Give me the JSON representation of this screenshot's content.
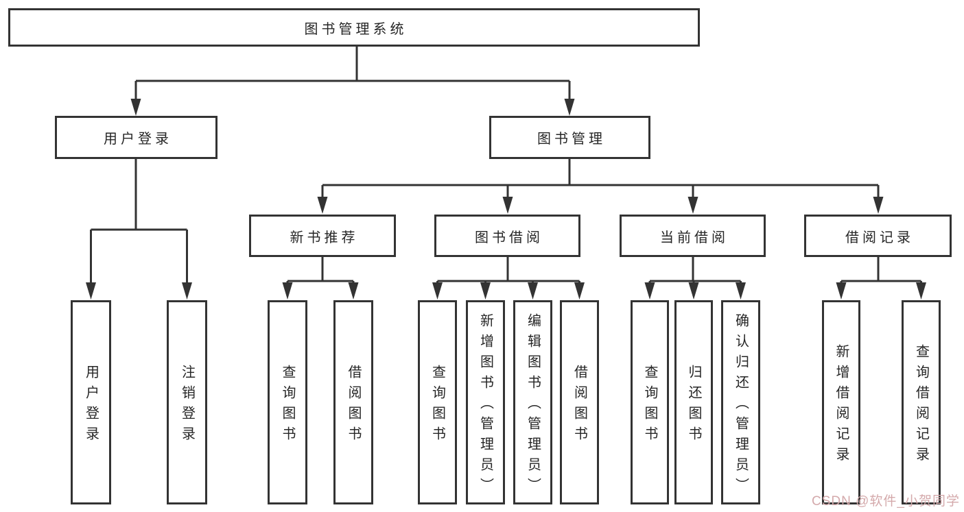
{
  "root": {
    "label": "图书管理系统"
  },
  "level2": {
    "user_login": "用户登录",
    "book_mgmt": "图书管理"
  },
  "level3": {
    "new_books": "新书推荐",
    "borrowing": "图书借阅",
    "current": "当前借阅",
    "records": "借阅记录"
  },
  "leaves": {
    "user_login": "用户登录",
    "logout": "注销登录",
    "nb_query": "查询图书",
    "nb_borrow": "借阅图书",
    "bw_query": "查询图书",
    "bw_add": "新增图书（管理员）",
    "bw_edit": "编辑图书（管理员）",
    "bw_borrow": "借阅图书",
    "cur_query": "查询图书",
    "cur_return": "归还图书",
    "cur_confirm": "确认归还（管理员）",
    "rec_add": "新增借阅记录",
    "rec_query": "查询借阅记录"
  },
  "watermark": "CSDN @软件_小贺同学",
  "colors": {
    "line": "#333333",
    "text": "#262626",
    "watermark": "#d4a9ab",
    "background": "#ffffff"
  }
}
